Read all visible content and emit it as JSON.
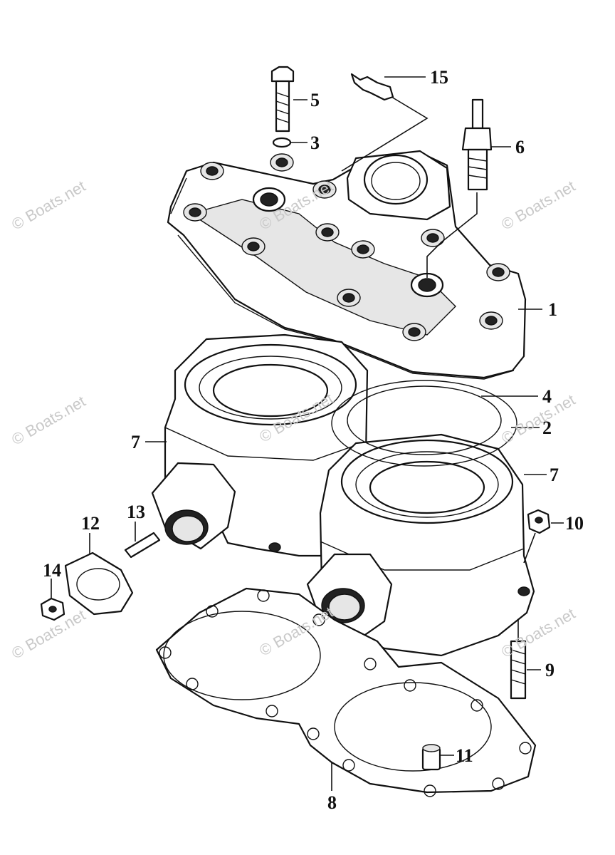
{
  "watermark": {
    "text": "© Boats.net"
  },
  "callouts": {
    "c1": "1",
    "c2": "2",
    "c3": "3",
    "c4": "4",
    "c5": "5",
    "c6": "6",
    "c7a": "7",
    "c7b": "7",
    "c8": "8",
    "c9": "9",
    "c10": "10",
    "c11": "11",
    "c12": "12",
    "c13": "13",
    "c14": "14",
    "c15": "15"
  }
}
